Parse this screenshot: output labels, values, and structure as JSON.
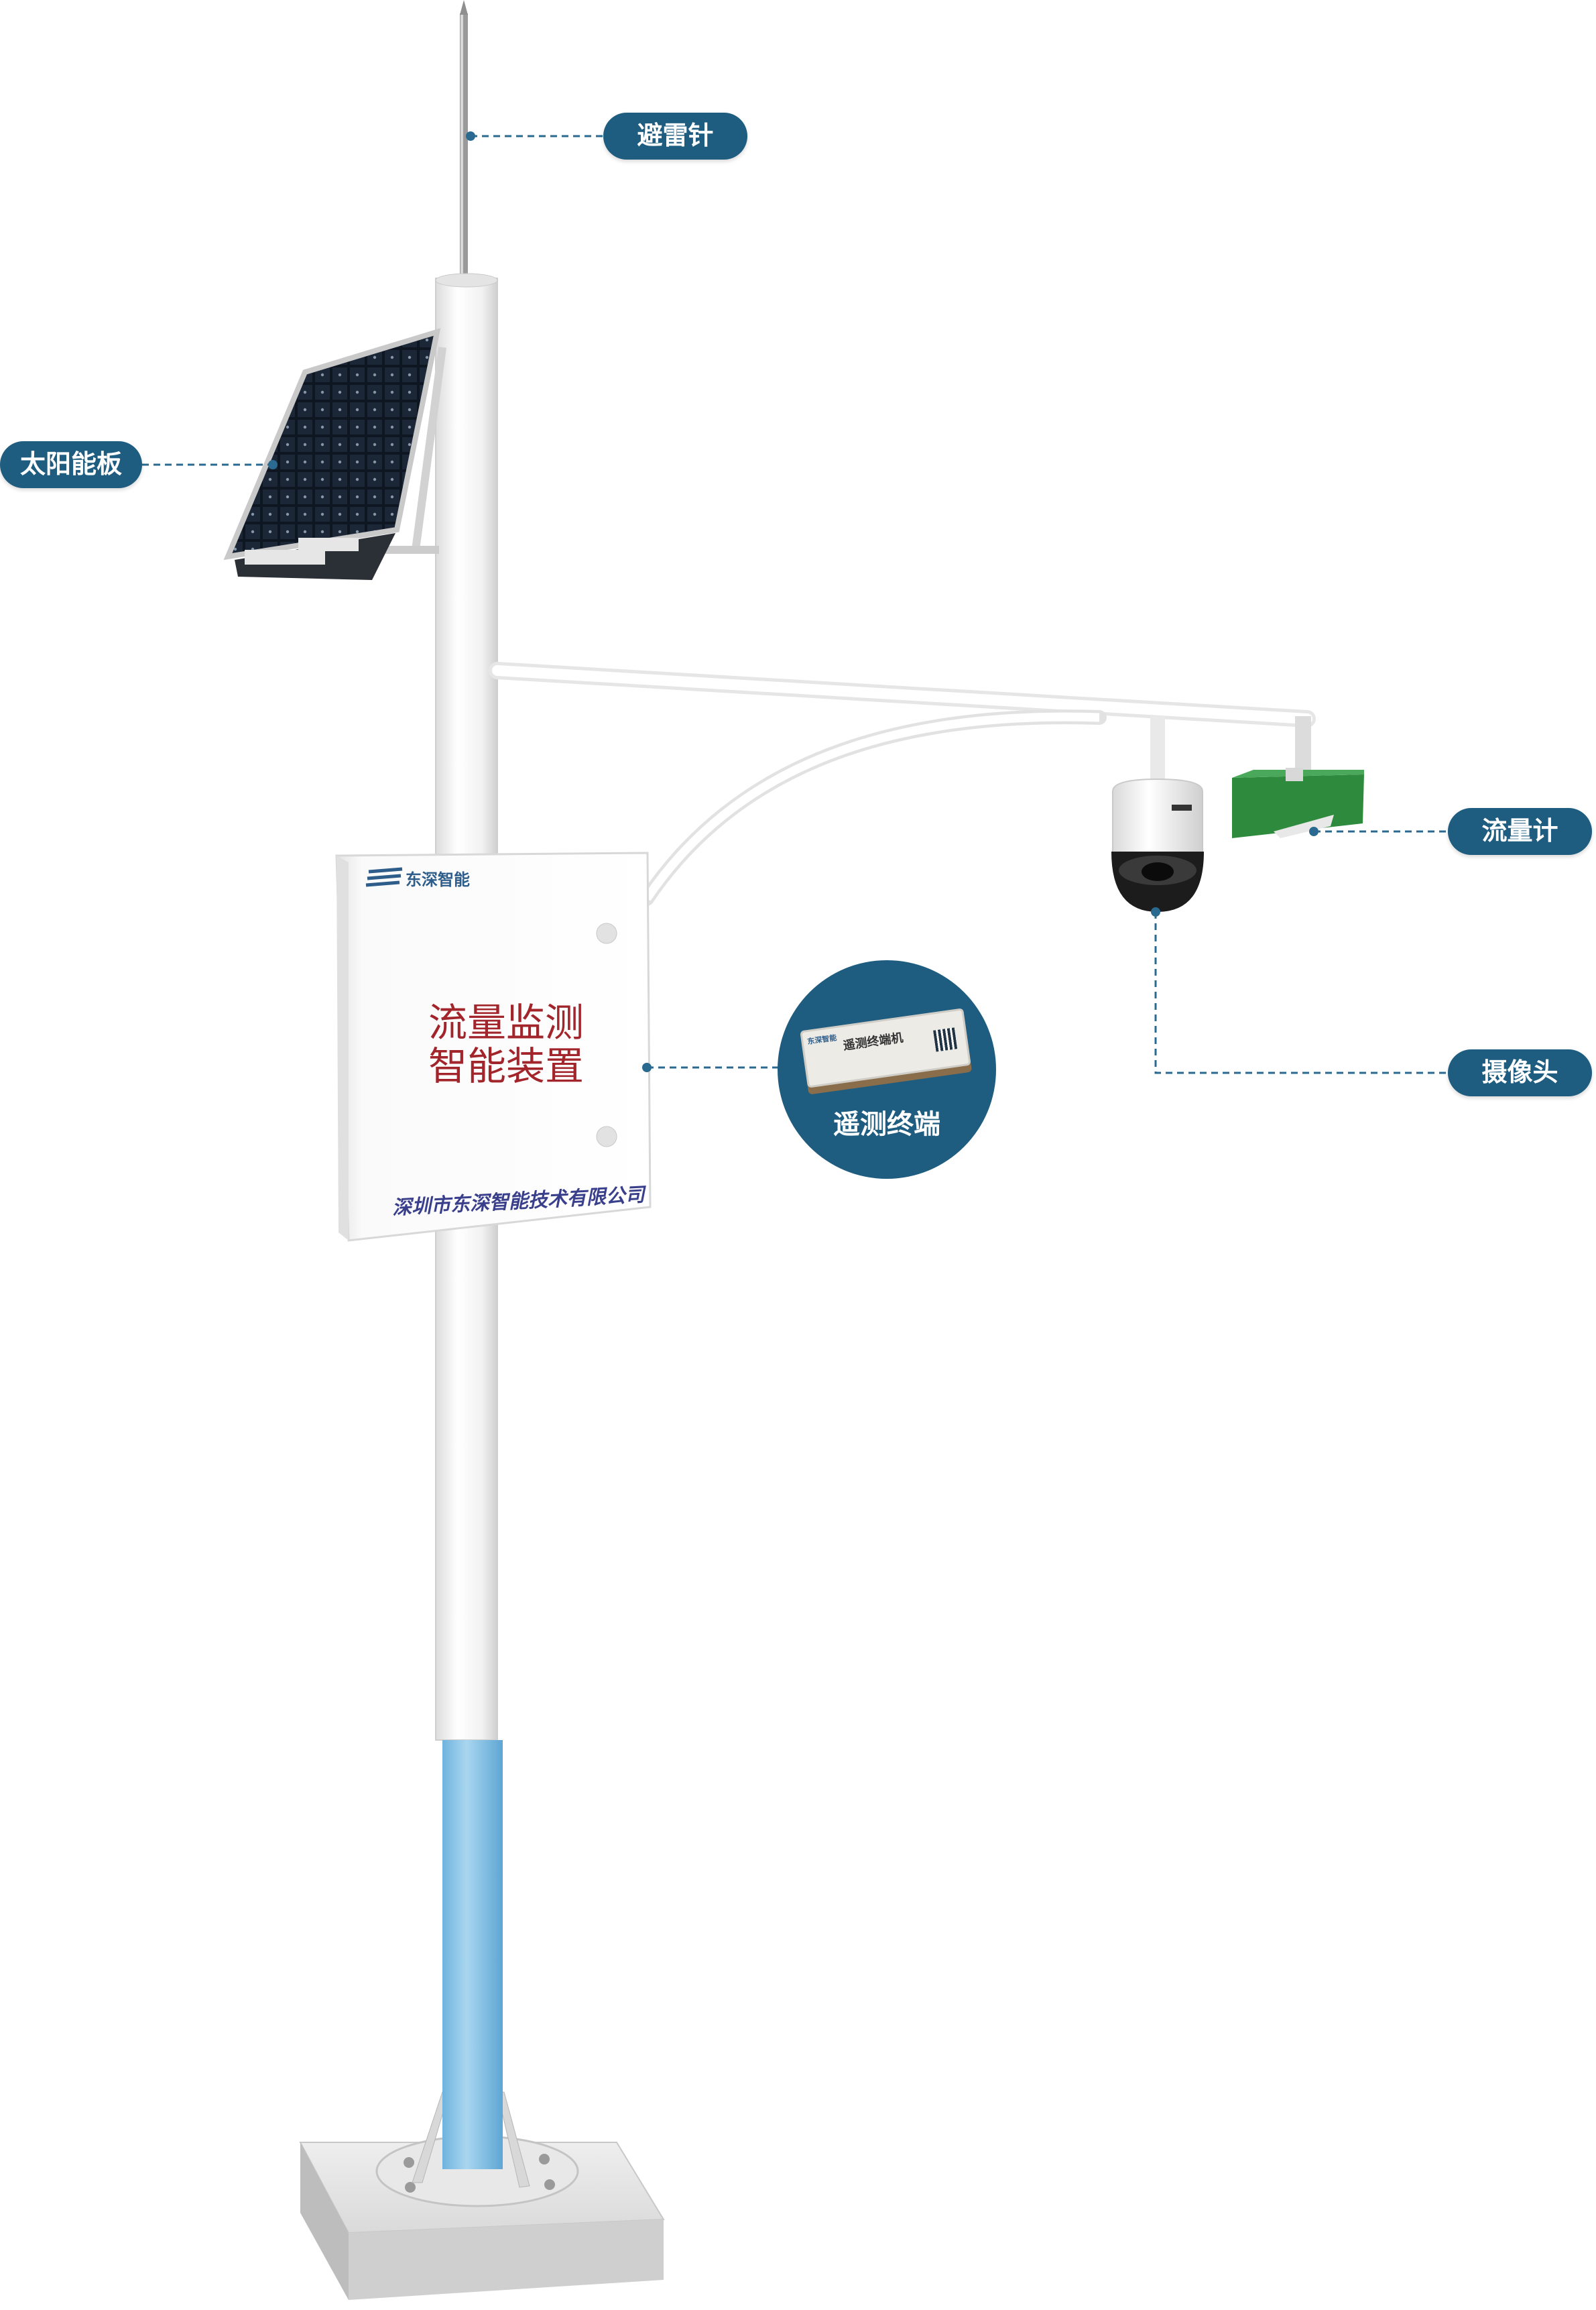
{
  "labels": {
    "lightning_rod": "避雷针",
    "solar_panel": "太阳能板",
    "flow_meter": "流量计",
    "camera": "摄像头",
    "telemetry_terminal": "遥测终端"
  },
  "cabinet": {
    "brand": "东深智能",
    "title_line1": "流量监测",
    "title_line2": "智能装置",
    "company": "深圳市东深智能技术有限公司"
  },
  "terminal_device": {
    "brand": "东深智能",
    "name": "遥测终端机"
  },
  "colors": {
    "label_fill": "#1e5c80",
    "label_text": "#ffffff",
    "pole_upper": "#ffffff",
    "pole_lower": "#9ccbe8",
    "flow_meter_green": "#2e8b3d",
    "cabinet_title": "#a3252c",
    "cabinet_company": "#3a3f8c"
  },
  "icons": {
    "solar_panel": "solar-panel-icon",
    "camera": "dome-camera-icon",
    "flow_meter": "radar-flow-meter-icon"
  }
}
